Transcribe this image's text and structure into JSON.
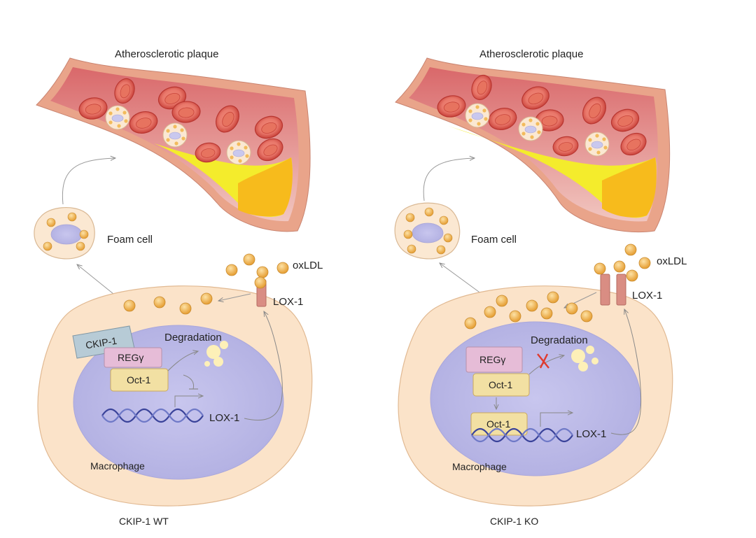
{
  "colors": {
    "vessel_wall": "#e9a48a",
    "lumen": "#e07a78",
    "plaque_yellow": "#f4ec2c",
    "plaque_orange": "#f7bb1c",
    "rbc": "#e25a4c",
    "macrophage": "#fbe3c9",
    "nucleus": "#c9c8ee",
    "lipid": "#f2bb5c",
    "lox1": "#d98d83",
    "regg": "#e6bcd7",
    "oct1": "#f2e0a3",
    "ckip1": "#b7cbd6",
    "dna": "#4a55a8",
    "arrow": "#888888"
  },
  "panels": [
    {
      "id": "wt",
      "plaque_title": "Atherosclerotic plaque",
      "foam_cell": "Foam cell",
      "oxldl": "oxLDL",
      "lox1_receptor": "LOX-1",
      "ckip1": "CKIP-1",
      "reg": "REGγ",
      "oct1": "Oct-1",
      "degradation": "Degradation",
      "lox1_gene": "LOX-1",
      "macrophage": "Macrophage",
      "caption": "CKIP-1 WT"
    },
    {
      "id": "ko",
      "plaque_title": "Atherosclerotic plaque",
      "foam_cell": "Foam cell",
      "oxldl": "oxLDL",
      "lox1_receptor": "LOX-1",
      "reg": "REGγ",
      "oct1_top": "Oct-1",
      "oct1_bottom": "Oct-1",
      "degradation": "Degradation",
      "lox1_gene": "LOX-1",
      "macrophage": "Macrophage",
      "caption": "CKIP-1 KO"
    }
  ]
}
